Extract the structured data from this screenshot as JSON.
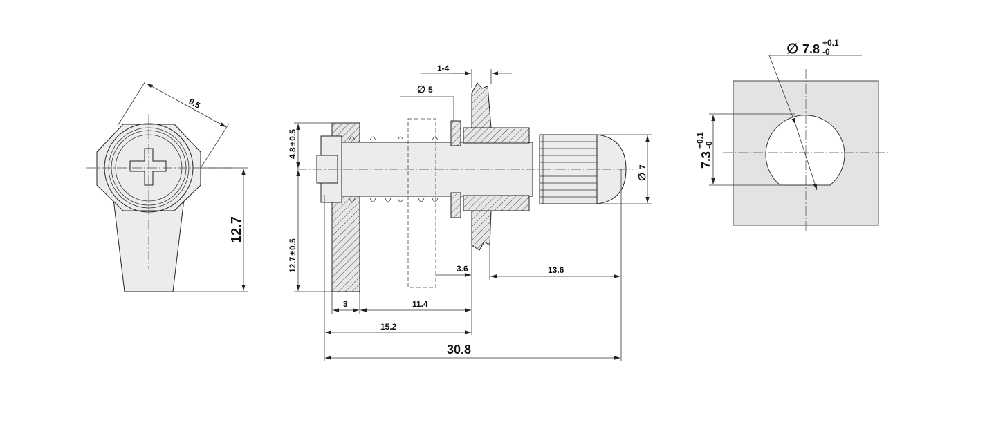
{
  "colors": {
    "line": "#222222",
    "part_fill": "#ececec",
    "background": "#ffffff"
  },
  "front_view": {
    "dim_width": "9.5",
    "dim_height": "12.7"
  },
  "side_view": {
    "dim_gap": "1-4",
    "dim_phi5": "5",
    "dim_phi7": "7",
    "dim_48_num": "4.8",
    "dim_48_tol": "0.5",
    "dim_127_num": "12.7",
    "dim_127_tol": "0.5",
    "dim_36": "3.6",
    "dim_136": "13.6",
    "dim_3": "3",
    "dim_114": "11.4",
    "dim_152": "15.2",
    "dim_308": "30.8"
  },
  "cutout_view": {
    "dia_base": "7.8",
    "dia_plus": "+0.1",
    "dia_minus": "-0",
    "flat_base": "7.3",
    "flat_plus": "+0.1",
    "flat_minus": "-0"
  },
  "symbols": {
    "diameter": "∅",
    "plusminus": "±"
  }
}
